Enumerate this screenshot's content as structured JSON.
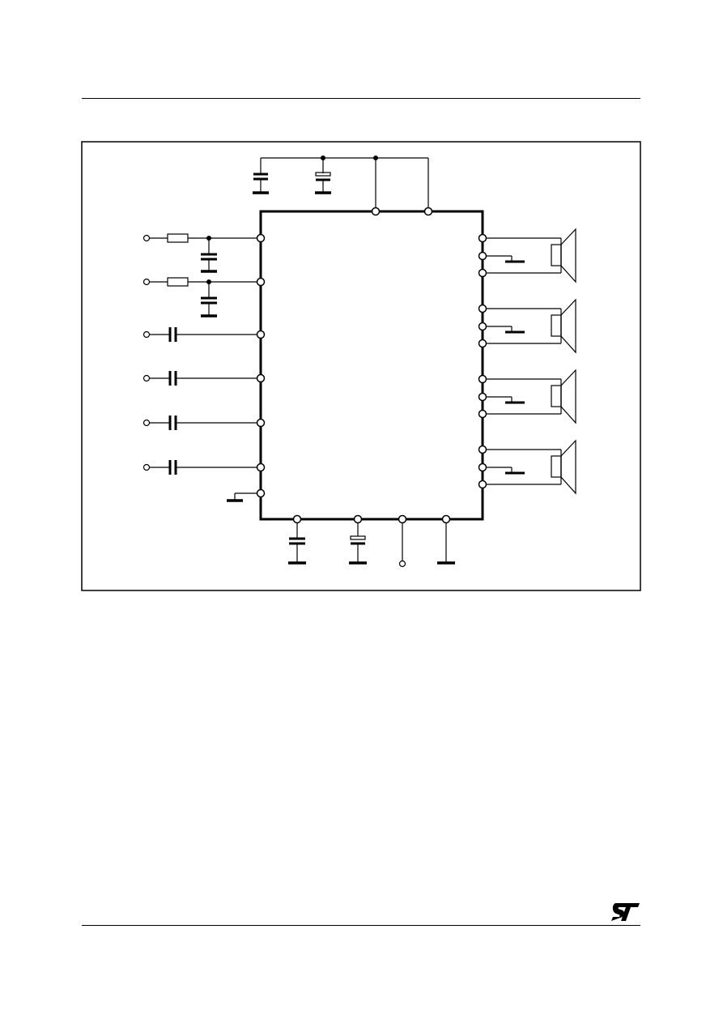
{
  "page": {
    "text": []
  },
  "figure": {
    "components": {
      "input_rc_channels": 2,
      "input_coupling_channels": 4,
      "speaker_outputs": 4,
      "top_capacitors": 2,
      "bottom_capacitors": 2
    }
  },
  "logo": {
    "brand": "ST"
  },
  "colors": {
    "ink": "#000000",
    "paper": "#ffffff"
  }
}
